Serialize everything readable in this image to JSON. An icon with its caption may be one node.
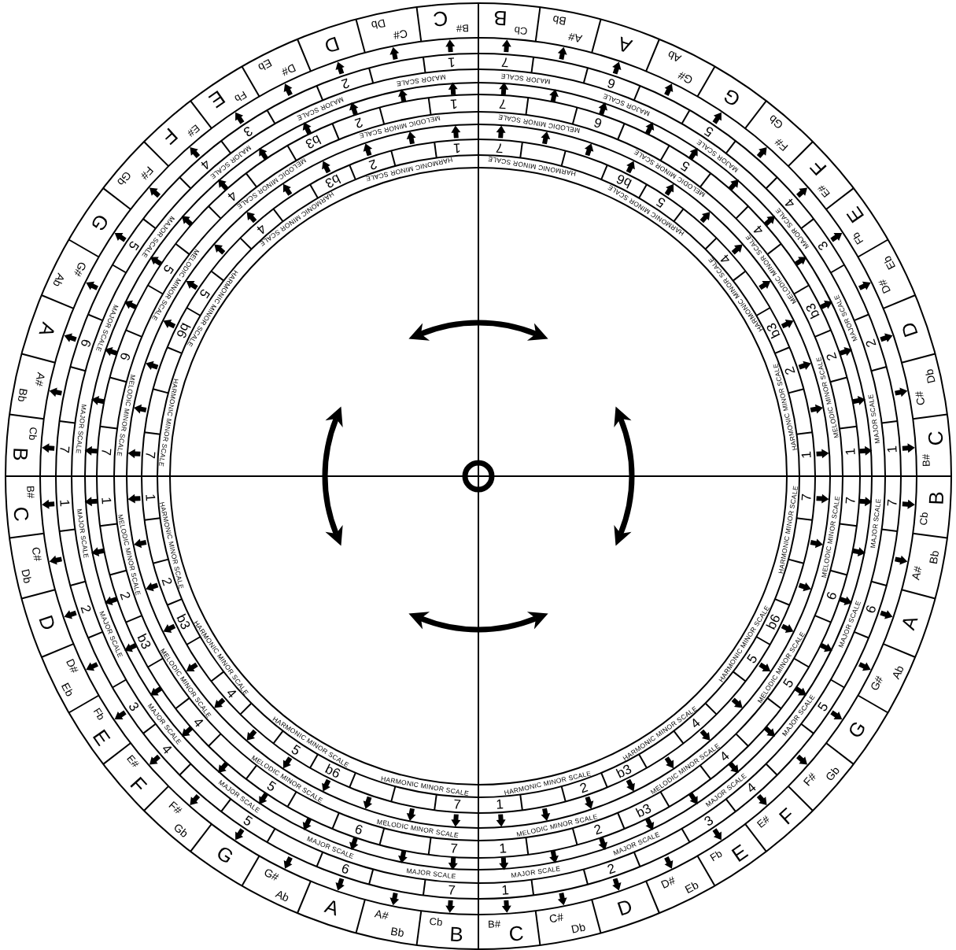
{
  "diagram": {
    "labels": [
      "Cb",
      "B",
      "A#",
      "Bb",
      "A",
      "G#",
      "Ab",
      "G",
      "F#",
      "Gb",
      "E#",
      "F",
      "Fb",
      "E",
      "D#",
      "Eb",
      "D",
      "C#",
      "Db",
      "B#",
      "C",
      "7",
      "6",
      "5",
      "4",
      "3",
      "2",
      "1",
      "MAJOR SCALE",
      "MAJOR SCALE",
      "MAJOR SCALE",
      "MAJOR SCALE",
      "MAJOR SCALE",
      "MAJOR SCALE",
      "7",
      "6",
      "5",
      "4",
      "b3",
      "2",
      "1",
      "MELODIC MINOR SCALE",
      "MELODIC MINOR SCALE",
      "MELODIC MINOR SCALE",
      "MELODIC MINOR SCALE",
      "7",
      "b6",
      "5",
      "4",
      "b3",
      "2",
      "1",
      "HARMONIC MINOR SCALE",
      "HARMONIC MINOR SCALE",
      "HARMONIC MINOR SCALE",
      "HARMONIC MINOR SCALE",
      "Cb",
      "B",
      "A#",
      "Bb",
      "A",
      "G#",
      "Ab",
      "G",
      "F#",
      "Gb",
      "E#",
      "F",
      "Fb",
      "E",
      "D#",
      "Eb",
      "D",
      "C#",
      "Db",
      "B#",
      "C",
      "7",
      "6",
      "5",
      "4",
      "3",
      "2",
      "1",
      "MAJOR SCALE",
      "MAJOR SCALE",
      "MAJOR SCALE",
      "MAJOR SCALE",
      "MAJOR SCALE",
      "MAJOR SCALE",
      "7",
      "6",
      "5",
      "4",
      "b3",
      "2",
      "1",
      "MELODIC MINOR SCALE",
      "MELODIC MINOR SCALE",
      "MELODIC MINOR SCALE",
      "MELODIC MINOR SCALE",
      "7",
      "b6",
      "5",
      "4",
      "b3",
      "2",
      "1",
      "HARMONIC MINOR SCALE",
      "HARMONIC MINOR SCALE",
      "HARMONIC MINOR SCALE",
      "HARMONIC MINOR SCALE",
      "Cb",
      "B",
      "A#",
      "Bb",
      "A",
      "G#",
      "Ab",
      "G",
      "F#",
      "Gb",
      "E#",
      "F",
      "Fb",
      "E",
      "D#",
      "Eb",
      "D",
      "C#",
      "Db",
      "B#",
      "C",
      "7",
      "6",
      "5",
      "4",
      "3",
      "2",
      "1",
      "MAJOR SCALE",
      "MAJOR SCALE",
      "MAJOR SCALE",
      "MAJOR SCALE",
      "MAJOR SCALE",
      "MAJOR SCALE",
      "7",
      "6",
      "5",
      "4",
      "b3",
      "2",
      "1",
      "MELODIC MINOR SCALE",
      "MELODIC MINOR SCALE",
      "MELODIC MINOR SCALE",
      "MELODIC MINOR SCALE",
      "7",
      "b6",
      "5",
      "4",
      "b3",
      "2",
      "1",
      "HARMONIC MINOR SCALE",
      "HARMONIC MINOR SCALE",
      "HARMONIC MINOR SCALE",
      "HARMONIC MINOR SCALE",
      "Cb",
      "B",
      "A#",
      "Bb",
      "A",
      "G#",
      "Ab",
      "G",
      "F#",
      "Gb",
      "E#",
      "F",
      "Fb",
      "E",
      "D#",
      "Eb",
      "D",
      "C#",
      "Db",
      "B#",
      "C",
      "7",
      "6",
      "5",
      "4",
      "3",
      "2",
      "1",
      "MAJOR SCALE",
      "MAJOR SCALE",
      "MAJOR SCALE",
      "MAJOR SCALE",
      "MAJOR SCALE",
      "MAJOR SCALE",
      "7",
      "6",
      "5",
      "4",
      "b3",
      "2",
      "1",
      "MELODIC MINOR SCALE",
      "MELODIC MINOR SCALE",
      "MELODIC MINOR SCALE",
      "MELODIC MINOR SCALE",
      "7",
      "b6",
      "5",
      "4",
      "b3",
      "2",
      "1",
      "HARMONIC MINOR SCALE",
      "HARMONIC MINOR SCALE",
      "HARMONIC MINOR SCALE",
      "HARMONIC MINOR SCALE"
    ]
  }
}
